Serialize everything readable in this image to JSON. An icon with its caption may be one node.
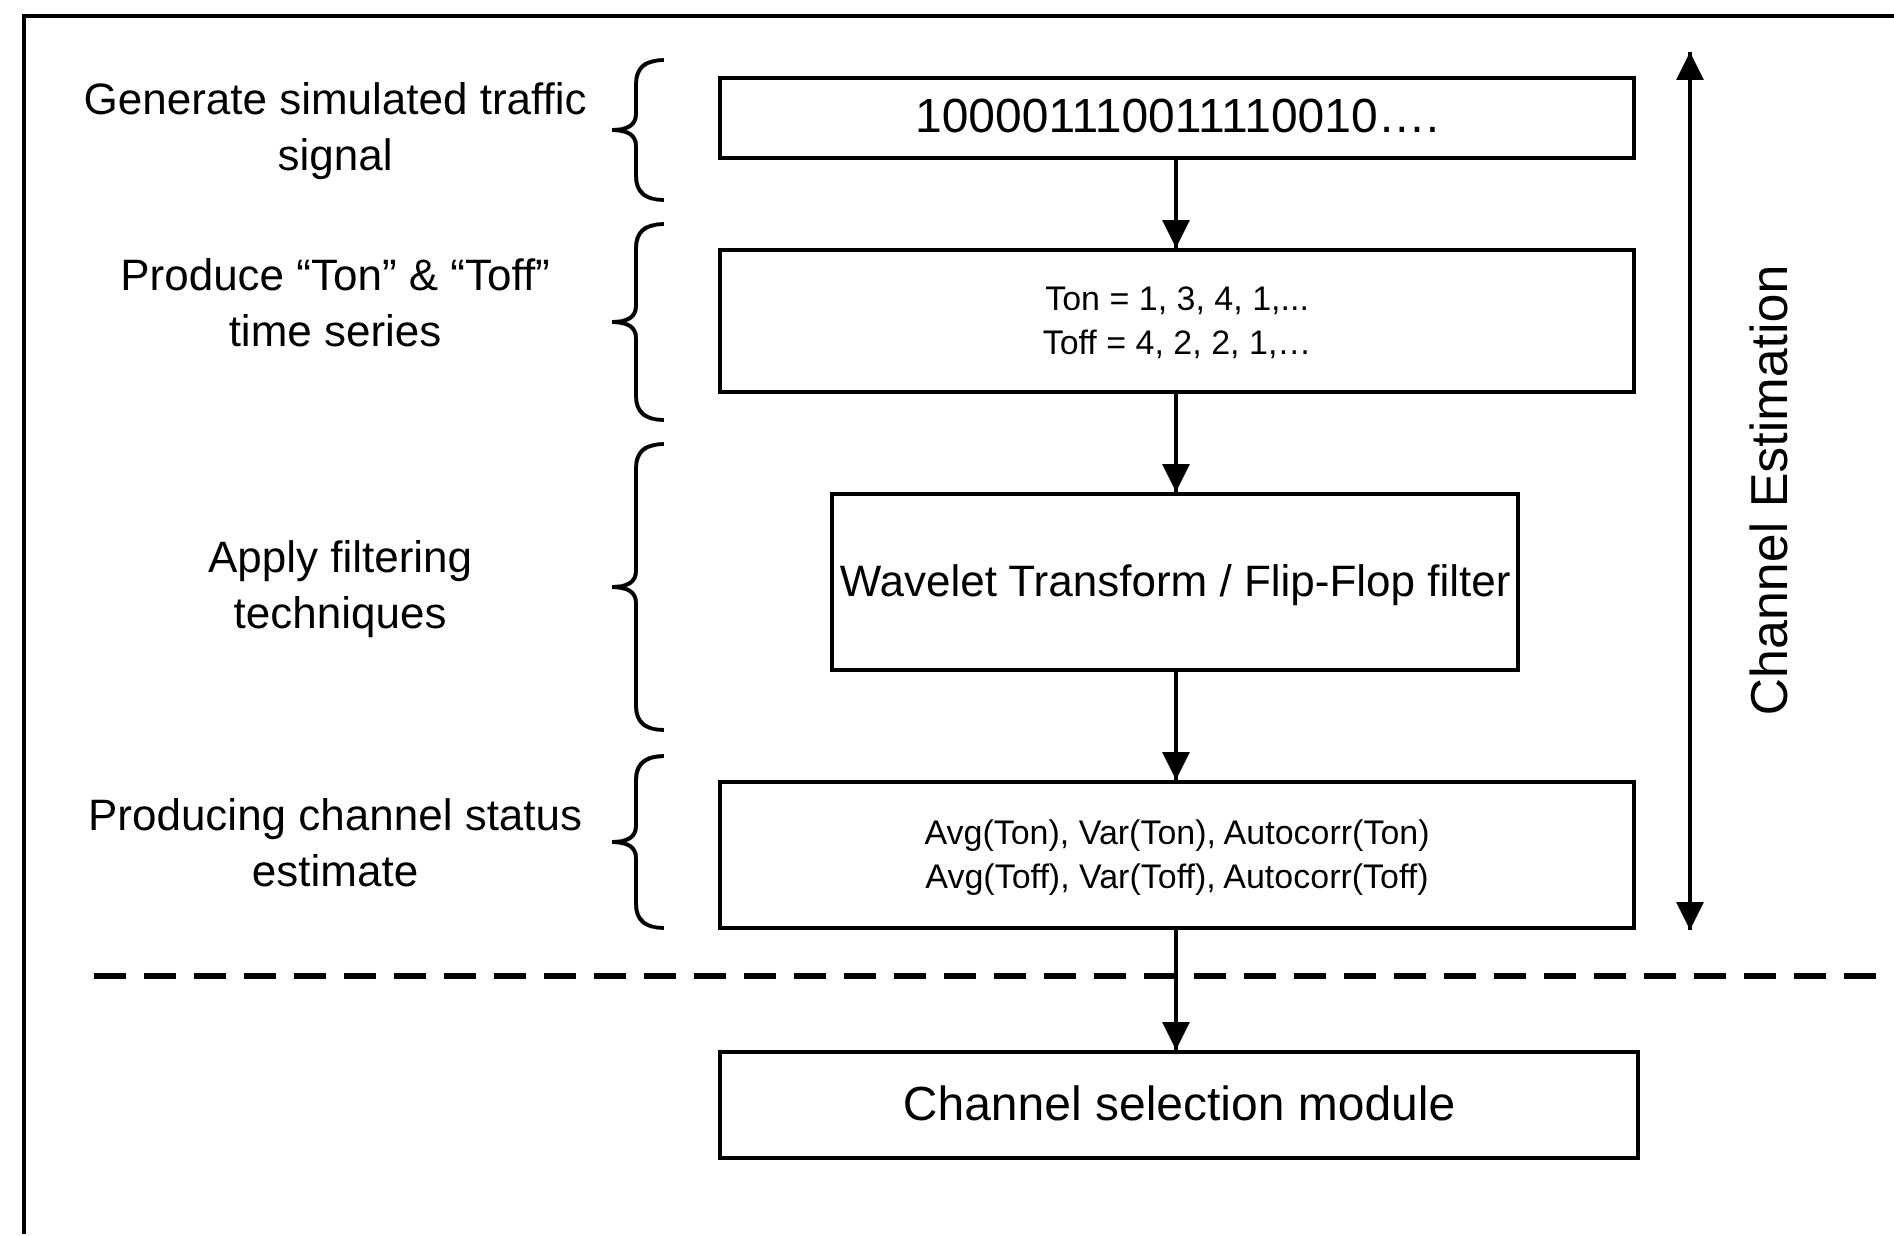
{
  "diagram": {
    "nodes": [
      {
        "text": [
          "100001110011110010…."
        ],
        "beside": [
          "Generate simulated traffic signal"
        ]
      },
      {
        "text": [
          "Ton = 1, 3, 4, 1,...",
          "Toff = 4, 2, 2, 1,…"
        ],
        "beside": [
          "Produce “Ton” & “Toff” time series"
        ]
      },
      {
        "text": [
          "Wavelet Transform / Flip-Flop filter"
        ]
      },
      {
        "text": [
          "Avg(Ton), Var(Ton), Autocorr(Ton)",
          "Avg(Toff), Var(Toff), Autocorr(Toff)"
        ],
        "beside": [
          "Producing channel status estimate"
        ]
      },
      {
        "text": [
          "Channel selection module"
        ]
      }
    ],
    "edges": [
      {
        "from": 0,
        "to": 1,
        "arrow": "to"
      },
      {
        "from": 1,
        "to": 2,
        "arrow": "to"
      },
      {
        "from": 2,
        "to": 3,
        "arrow": "to"
      },
      {
        "from": 3,
        "to": 4,
        "arrow": "to"
      }
    ],
    "labels": [
      "Apply filtering techniques",
      "Channel Estimation"
    ]
  }
}
